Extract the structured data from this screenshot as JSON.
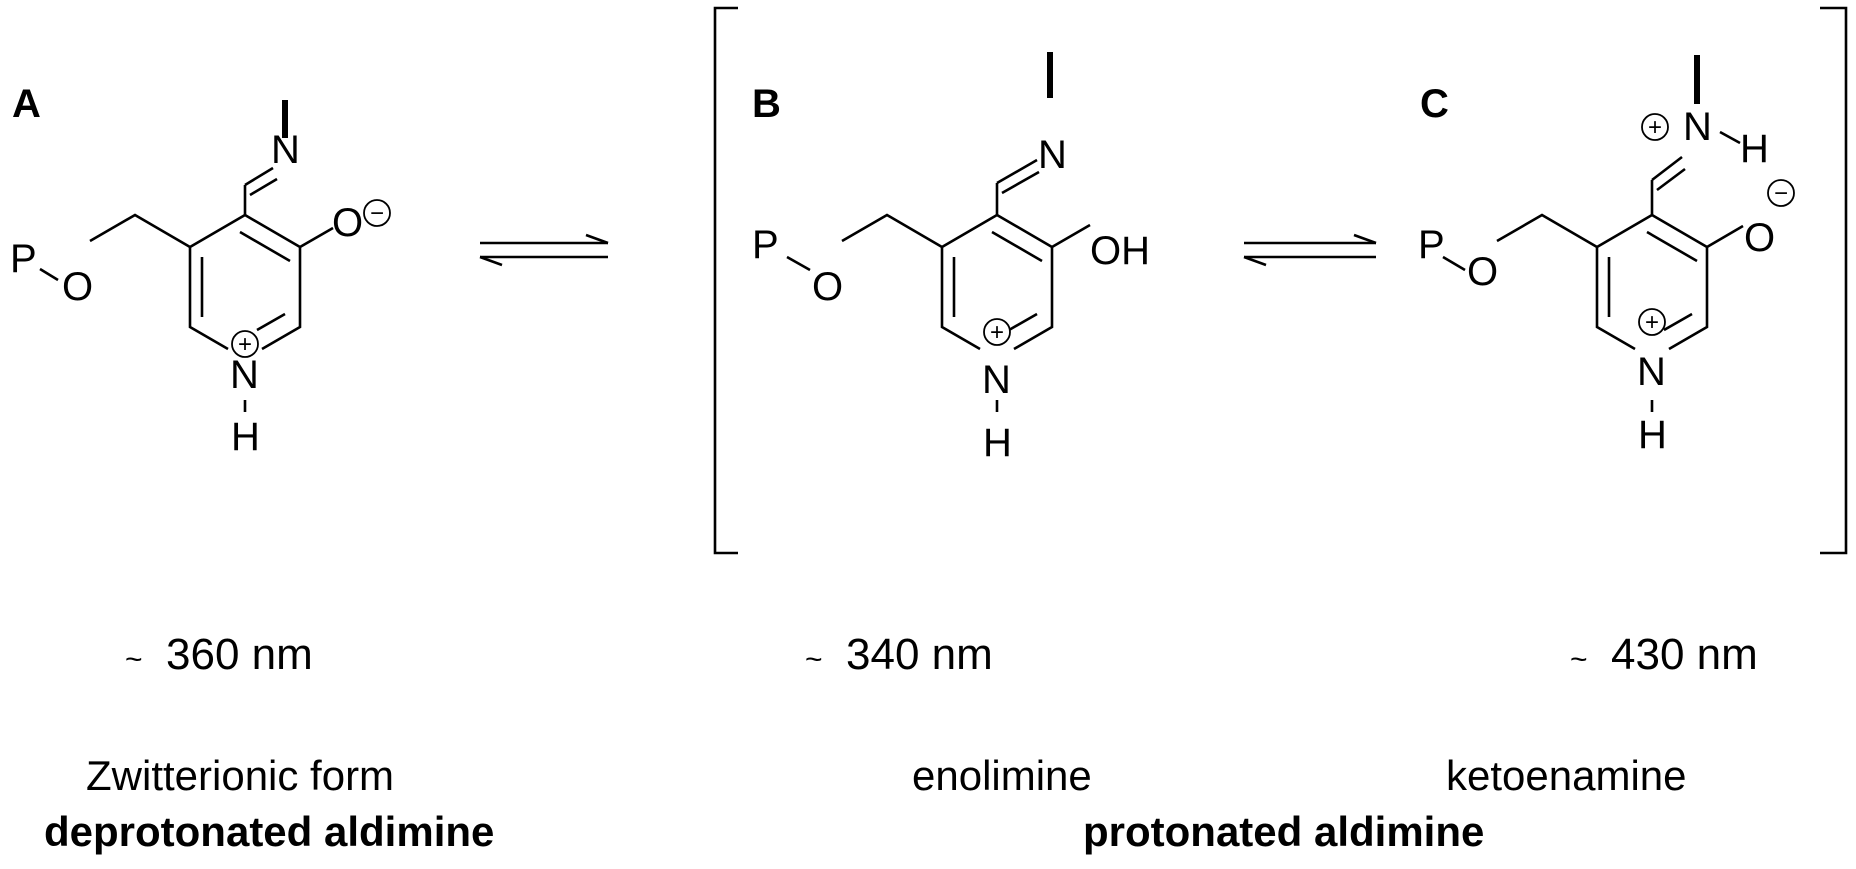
{
  "molecules": [
    {
      "id": "A",
      "label": "A",
      "atoms": {
        "phosphate": "P",
        "ether_o": "O",
        "phenol_o": "O",
        "imine_n": "N",
        "ring_n": "N",
        "ring_nh": "H"
      },
      "charges": {
        "phenolate": "−",
        "pyridinium": "+"
      },
      "wavelength": {
        "tilde": "~",
        "value": "360 nm"
      },
      "form_name": "Zwitterionic form"
    },
    {
      "id": "B",
      "label": "B",
      "atoms": {
        "phosphate": "P",
        "ether_o": "O",
        "hydroxyl": "OH",
        "imine_n": "N",
        "ring_n": "N",
        "ring_nh": "H"
      },
      "charges": {
        "pyridinium": "+"
      },
      "wavelength": {
        "tilde": "~",
        "value": "340 nm"
      },
      "form_name": "enolimine"
    },
    {
      "id": "C",
      "label": "C",
      "atoms": {
        "phosphate": "P",
        "ether_o": "O",
        "phenol_o": "O",
        "imine_n": "N",
        "imine_nh": "H",
        "ring_n": "N",
        "ring_nh": "H"
      },
      "charges": {
        "iminium": "+",
        "phenolate": "−",
        "pyridinium": "+"
      },
      "wavelength": {
        "tilde": "~",
        "value": "430 nm"
      },
      "form_name": "ketoenamine"
    }
  ],
  "groups": {
    "deprotonated": "deprotonated aldimine",
    "protonated": "protonated aldimine"
  }
}
